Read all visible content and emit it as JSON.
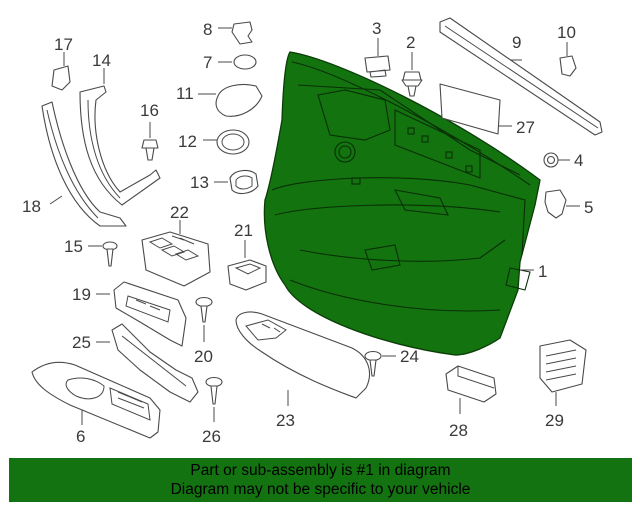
{
  "callouts": {
    "c1": "1",
    "c2": "2",
    "c3": "3",
    "c4": "4",
    "c5": "5",
    "c6": "6",
    "c7": "7",
    "c8": "8",
    "c9": "9",
    "c10": "10",
    "c11": "11",
    "c12": "12",
    "c13": "13",
    "c14": "14",
    "c15": "15",
    "c16": "16",
    "c17": "17",
    "c18": "18",
    "c19": "19",
    "c20": "20",
    "c21": "21",
    "c22": "22",
    "c23": "23",
    "c24": "24",
    "c25": "25",
    "c26": "26",
    "c27": "27",
    "c28": "28",
    "c29": "29"
  },
  "banner": {
    "line1": "Part or sub-assembly is #1 in diagram",
    "line2": "Diagram may not be specific to your vehicle"
  },
  "colors": {
    "highlight": "#137310",
    "banner_bg": "#137310",
    "outline": "#4a4a4a"
  }
}
